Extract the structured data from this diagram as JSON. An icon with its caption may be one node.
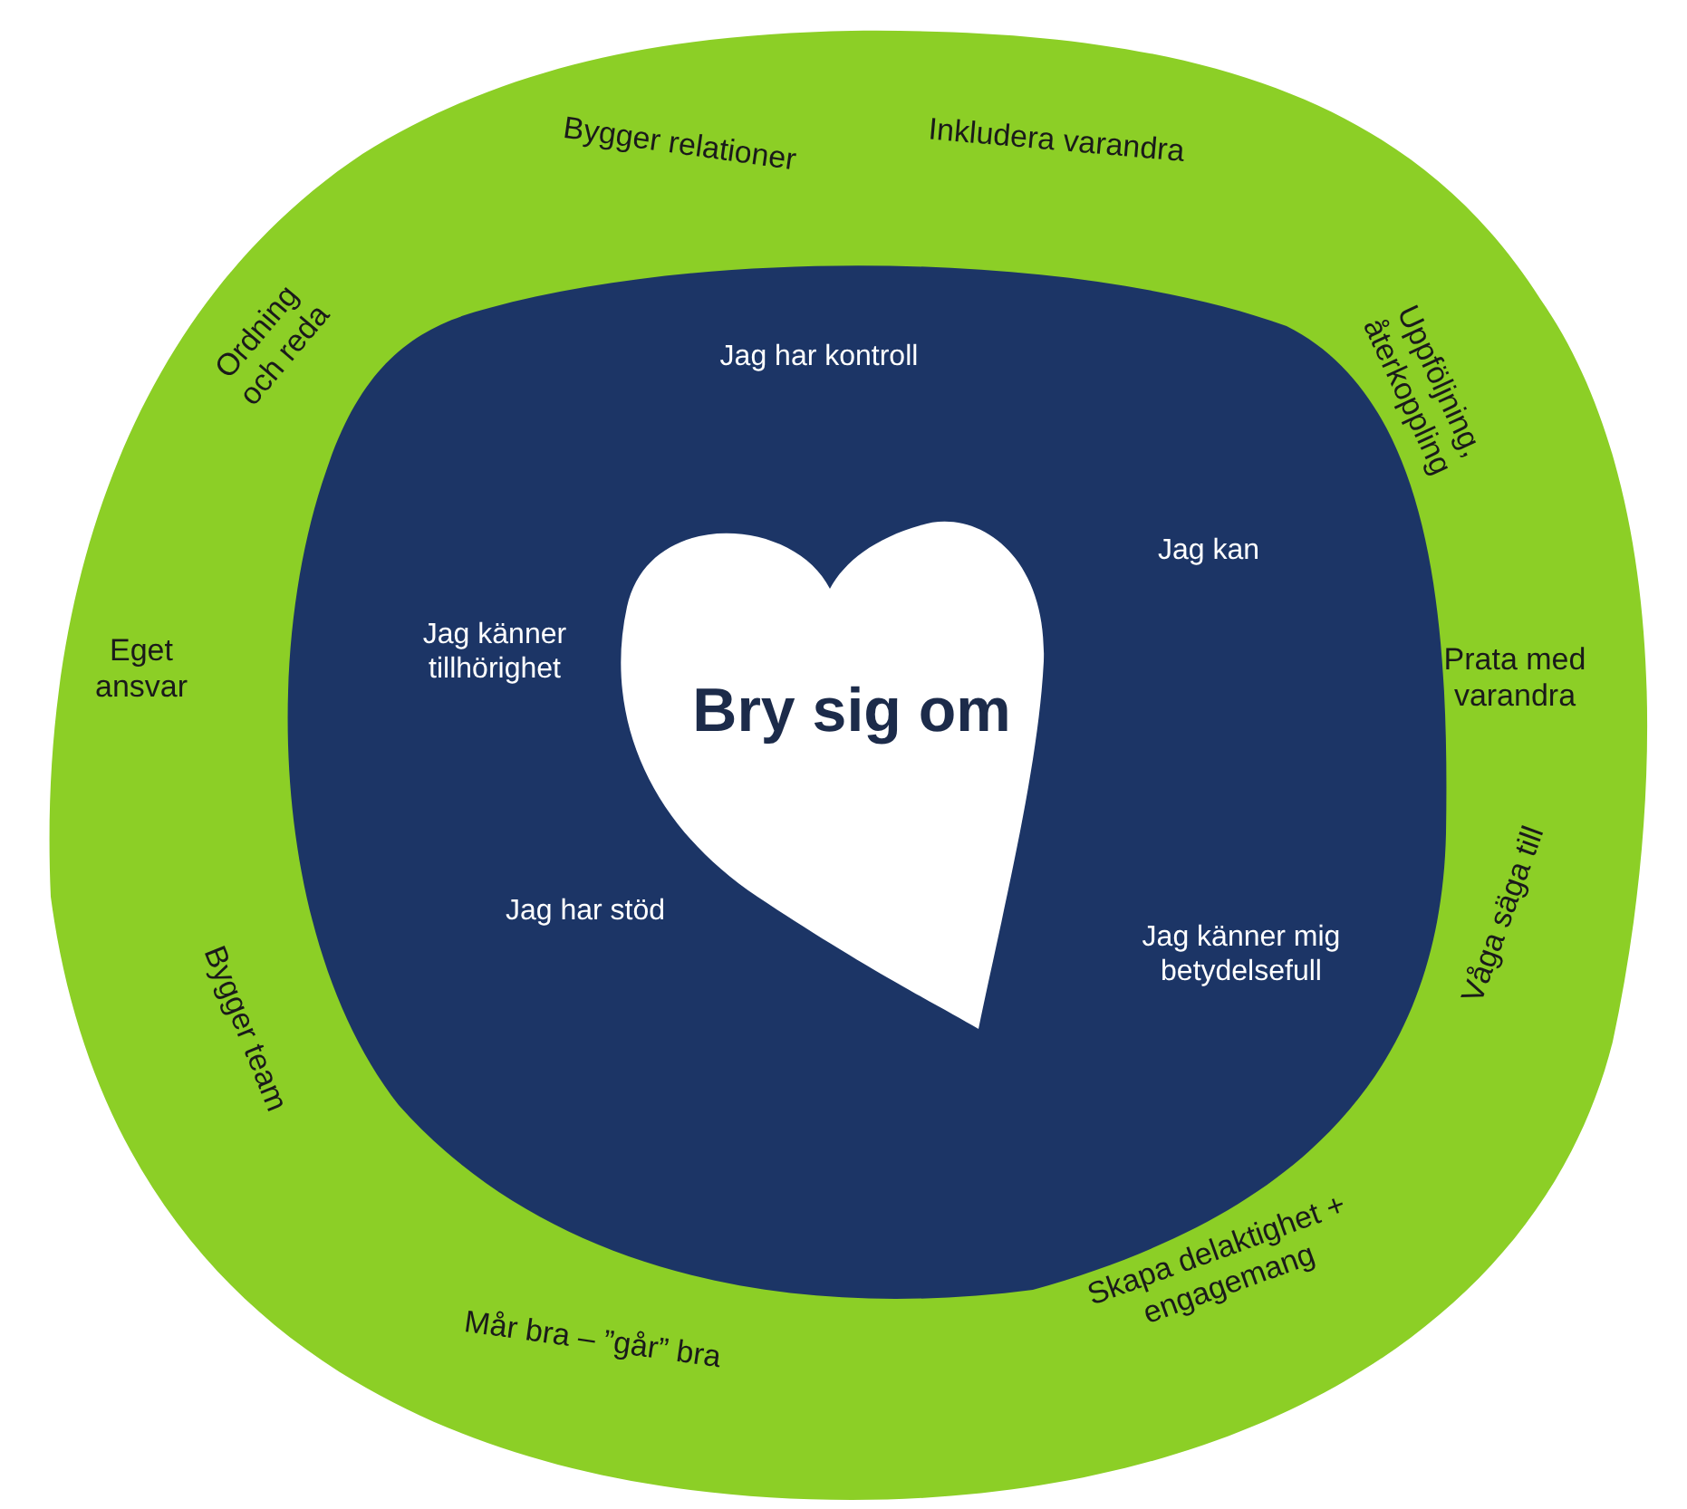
{
  "diagram": {
    "nodes": [
      {
        "text": [
          "Bygger relationer",
          "Inkludera varandra",
          "Ordning och reda",
          "Uppföljning, återkoppling",
          "Eget ansvar",
          "Prata med varandra",
          "Våga säga till",
          "Bygger team",
          "Skapa delaktighet + engagemang",
          "Mår bra – ”går” bra"
        ]
      },
      {
        "text": [
          "Jag har kontroll",
          "Jag kan",
          "Jag känner tillhörighet",
          "Jag har stöd",
          "Jag känner mig betydelsefull"
        ],
        "in": 0
      },
      {
        "text": [
          "Bry sig om"
        ],
        "in": 1
      }
    ]
  }
}
